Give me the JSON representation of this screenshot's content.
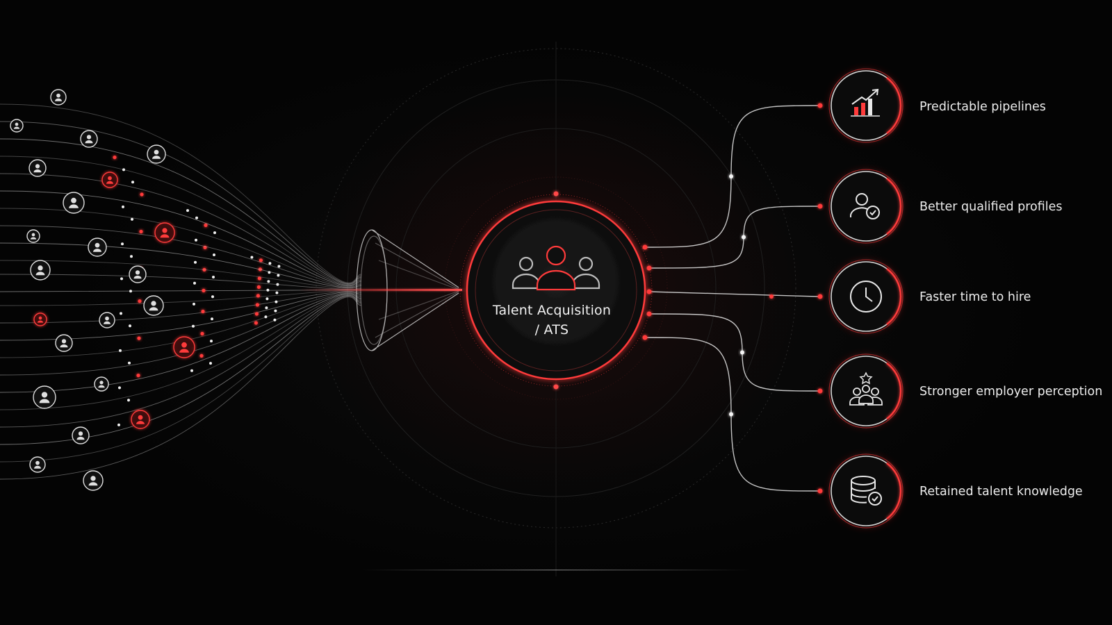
{
  "hub": {
    "title_line1": "Talent Acquisition",
    "title_line2": "/ ATS",
    "icon": "people-group-icon"
  },
  "benefits": [
    {
      "label": "Predictable pipelines",
      "icon": "bar-chart-growth-icon"
    },
    {
      "label": "Better qualified profiles",
      "icon": "user-check-icon"
    },
    {
      "label": "Faster time to hire",
      "icon": "clock-icon"
    },
    {
      "label": "Stronger employer perception",
      "icon": "team-star-icon"
    },
    {
      "label": "Retained talent knowledge",
      "icon": "database-check-icon"
    }
  ],
  "colors": {
    "background": "#050505",
    "accent": "#ff3b3b",
    "line": "#d9d9d9",
    "text": "#ededed"
  }
}
